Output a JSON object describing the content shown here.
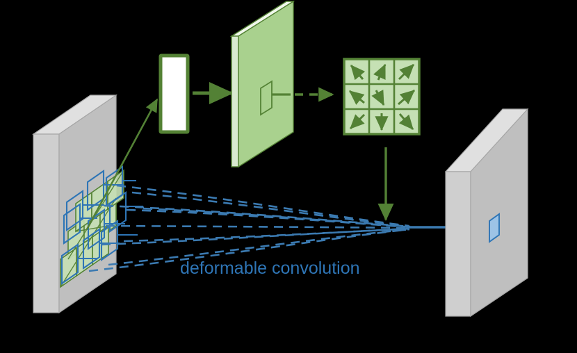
{
  "diagram": {
    "title": "deformable convolution",
    "caption_label": "deformable convolution",
    "colors": {
      "background": "#000000",
      "slab_face": "#bfbfbf",
      "slab_top": "#e0e0e0",
      "slab_side": "#cfcfcf",
      "slab_outline": "#9a9a9a",
      "green_fill": "#a9d18e",
      "green_stroke": "#548235",
      "green_arrow": "#538135",
      "green_light": "#c5e0b4",
      "blue_stroke": "#2e75b6",
      "blue_fill": "#9dc3e6",
      "blue_dashed": "#3b7ab1",
      "caption_text": "#2e75b6",
      "white_box": "#ffffff"
    },
    "nodes": {
      "input_feature_map": {
        "name": "input feature map",
        "label": ""
      },
      "conv_layer": {
        "name": "conv",
        "label": ""
      },
      "offset_field": {
        "name": "offset field",
        "label": ""
      },
      "offsets_grid": {
        "name": "offsets",
        "label": "",
        "rows": 3,
        "cols": 3
      },
      "output_feature_map": {
        "name": "output feature map",
        "label": ""
      }
    },
    "offsets_arrows": [
      {
        "cell": "r1c1",
        "direction": "up-left",
        "dx": -0.72,
        "dy": -0.7
      },
      {
        "cell": "r1c2",
        "direction": "up-right",
        "dx": 0.42,
        "dy": -0.9
      },
      {
        "cell": "r1c3",
        "direction": "up-right",
        "dx": 0.78,
        "dy": -0.64
      },
      {
        "cell": "r2c1",
        "direction": "up-left",
        "dx": -0.92,
        "dy": -0.4
      },
      {
        "cell": "r2c2",
        "direction": "down-right",
        "dx": 0.45,
        "dy": 0.89
      },
      {
        "cell": "r2c3",
        "direction": "up-right",
        "dx": 0.93,
        "dy": -0.38
      },
      {
        "cell": "r3c1",
        "direction": "down-left",
        "dx": -0.75,
        "dy": 0.66
      },
      {
        "cell": "r3c2",
        "direction": "down",
        "dx": 0.02,
        "dy": 1.0
      },
      {
        "cell": "r3c3",
        "direction": "down-right",
        "dx": 0.62,
        "dy": 0.78
      }
    ],
    "sampling": {
      "regular_grid_cells": 9,
      "deformed_points": 9,
      "regular_offsets": [
        [
          -1,
          -1
        ],
        [
          0,
          -1
        ],
        [
          1,
          -1
        ],
        [
          -1,
          0
        ],
        [
          0,
          0
        ],
        [
          1,
          0
        ],
        [
          -1,
          1
        ],
        [
          0,
          1
        ],
        [
          1,
          1
        ]
      ],
      "deformed_offsets": [
        [
          -1.75,
          -0.7
        ],
        [
          -0.45,
          -1.45
        ],
        [
          0.55,
          -1.35
        ],
        [
          -2.05,
          0.05
        ],
        [
          0.35,
          0.95
        ],
        [
          1.3,
          -0.25
        ],
        [
          -1.55,
          1.75
        ],
        [
          0.1,
          2.1
        ],
        [
          1.35,
          1.4
        ]
      ]
    },
    "edges": [
      {
        "from": "input_feature_map",
        "to": "conv_layer",
        "style": "solid-arrow",
        "color": "green"
      },
      {
        "from": "conv_layer",
        "to": "offset_field",
        "style": "solid-arrow",
        "color": "green"
      },
      {
        "from": "offset_field",
        "to": "offsets_grid",
        "style": "dashed-arrow",
        "color": "green"
      },
      {
        "from": "offsets_grid",
        "to": "sampling_focus",
        "style": "solid-arrow",
        "color": "green"
      },
      {
        "from": "input_feature_map",
        "to": "output_feature_map",
        "style": "dashed-fan",
        "color": "blue",
        "count": 9
      }
    ]
  }
}
